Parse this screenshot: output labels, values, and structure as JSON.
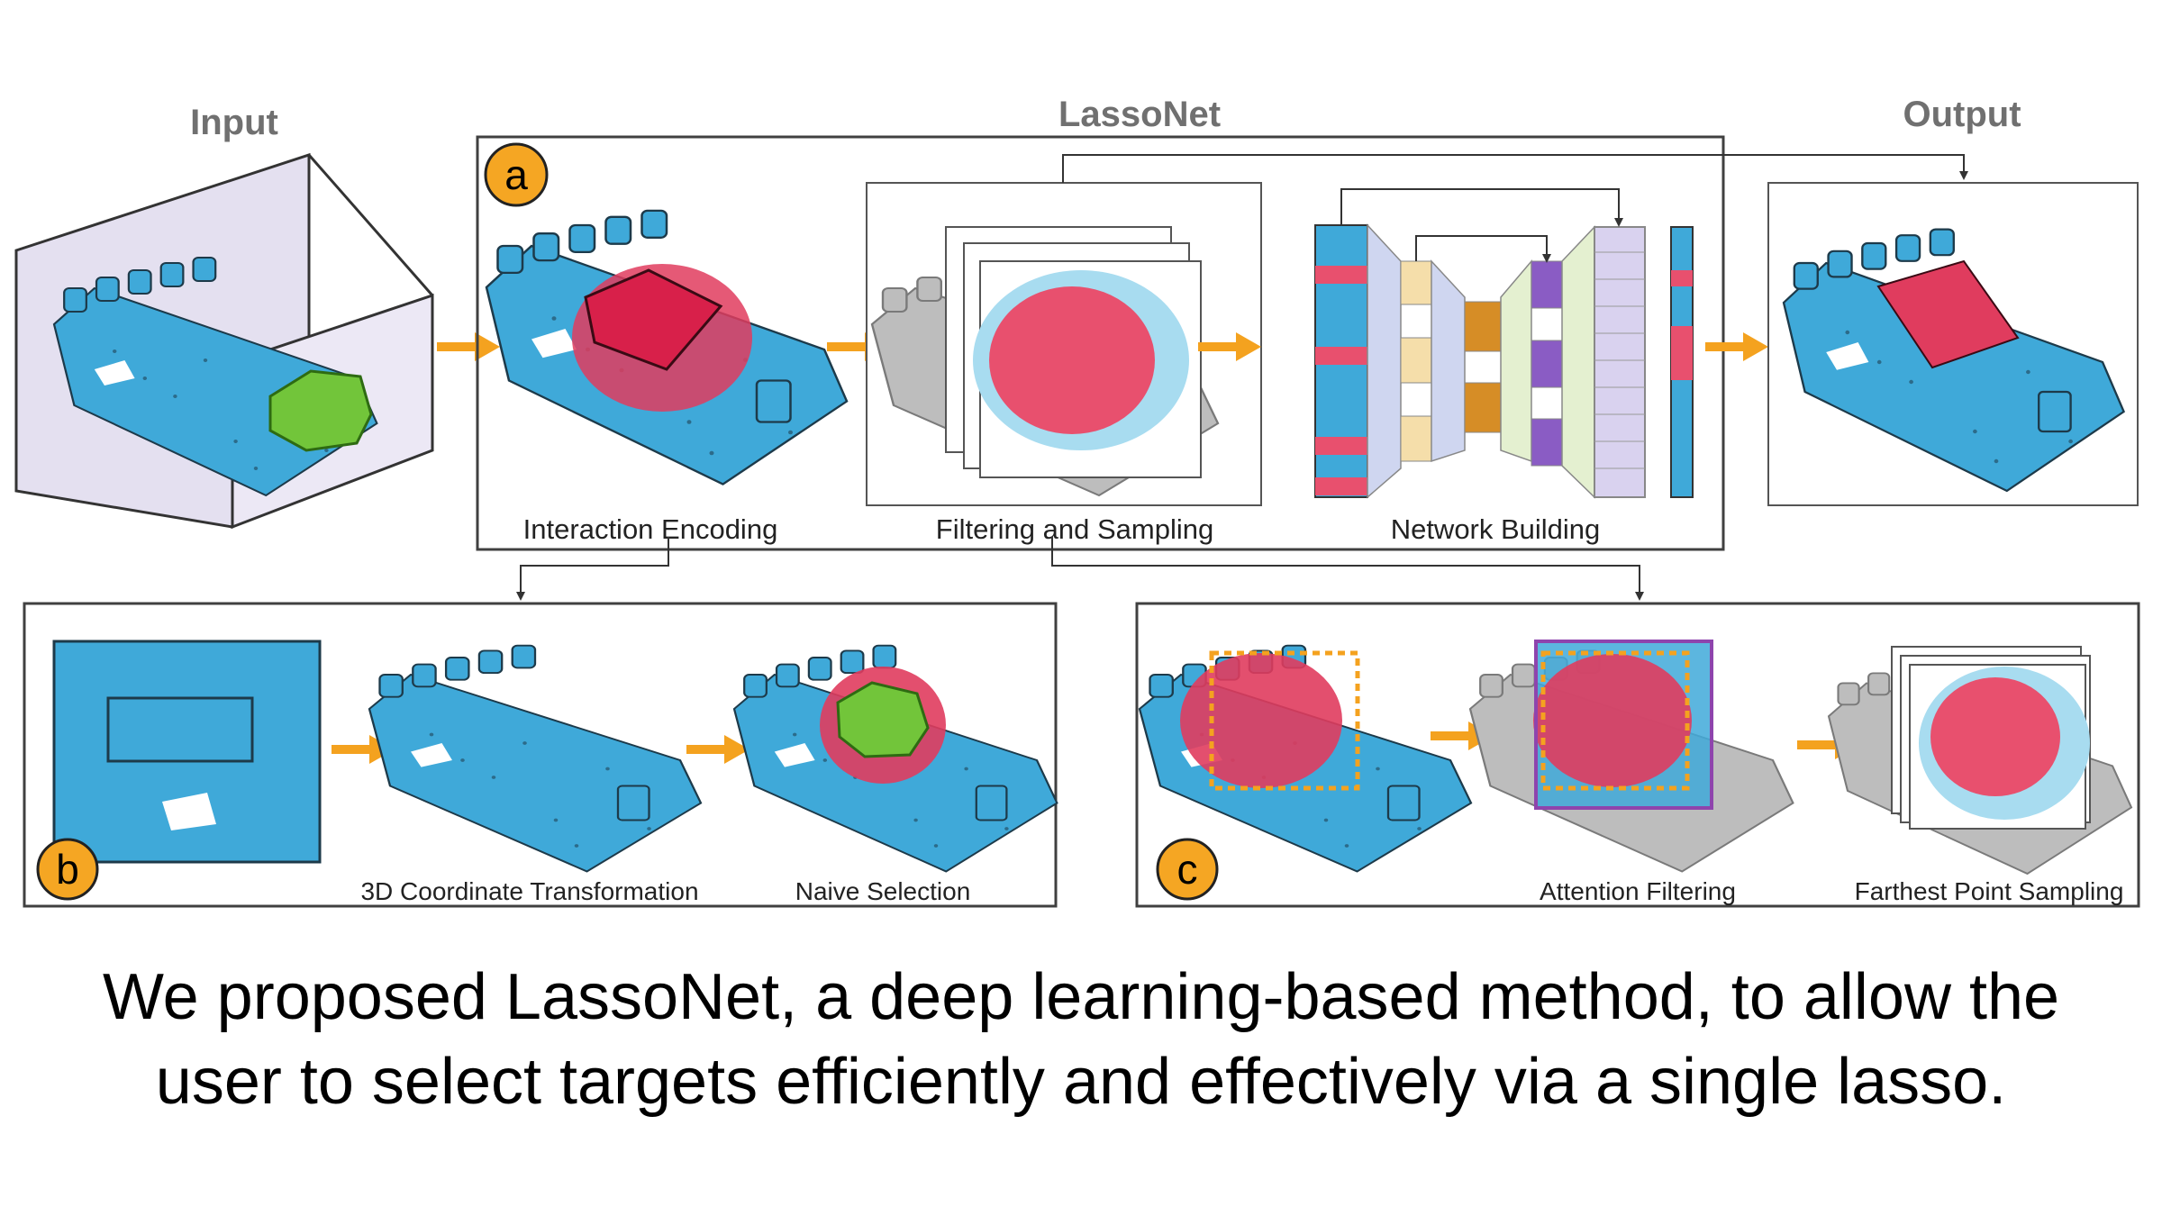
{
  "diagram": {
    "input_title": "Input",
    "main_title": "LassoNet",
    "output_title": "Output",
    "panel_a": {
      "badge": "a",
      "steps": [
        "Interaction Encoding",
        "Filtering and Sampling",
        "Network Building"
      ]
    },
    "panel_b": {
      "badge": "b",
      "steps": [
        "3D Coordinate Transformation",
        "Naive Selection"
      ]
    },
    "panel_c": {
      "badge": "c",
      "steps": [
        "Attention Filtering",
        "Farthest Point Sampling"
      ]
    }
  },
  "caption": {
    "line1": "We proposed LassoNet, a deep learning-based method, to allow the",
    "line2": "user to select targets efficiently and effectively via a single lasso."
  },
  "colors": {
    "scene_blue": "#3fa9d9",
    "selection_red": "#e03c5e",
    "lasso_green": "#72c53a",
    "arrow_orange": "#f4a21f",
    "badge_orange": "#f5a623",
    "frame_gray": "#404040",
    "bbox_purple": "#8e44ad"
  },
  "icons": [
    "orange-arrow-icon",
    "connector-arrow-icon"
  ]
}
